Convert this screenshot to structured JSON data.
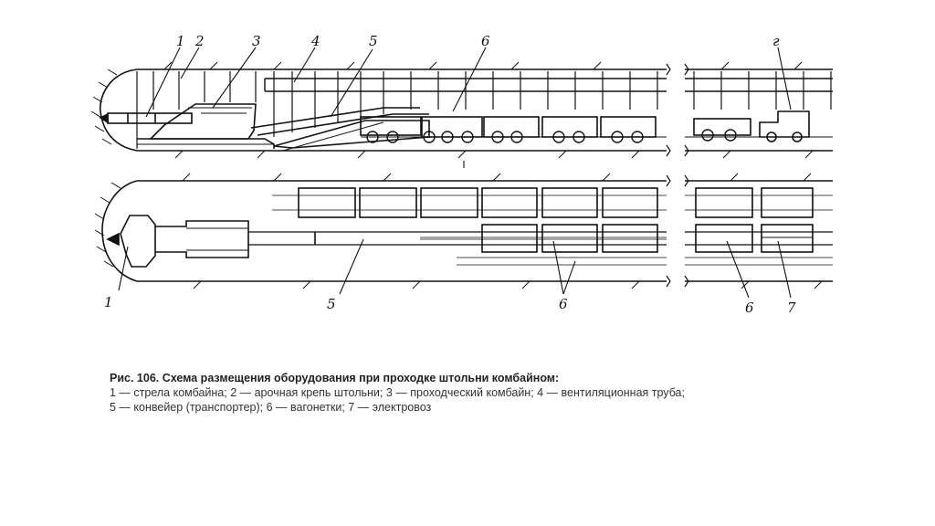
{
  "figure": {
    "labels": {
      "boom": "1",
      "arch_support": "2",
      "combine": "3",
      "vent_pipe": "4",
      "conveyor": "5",
      "wagons": "6",
      "locomotive": "7",
      "locomotive_top": "г"
    },
    "caption": {
      "title": "Рис. 106. Схема размещения оборудования при проходке штольни комбайном:",
      "line1": "1 — стрела комбайна; 2 — арочная крепь штольни; 3 — проходческий комбайн; 4 — вентиляционная труба;",
      "line2": "5 — конвейер (транспортер); 6 — вагонетки; 7 — электровоз"
    }
  }
}
